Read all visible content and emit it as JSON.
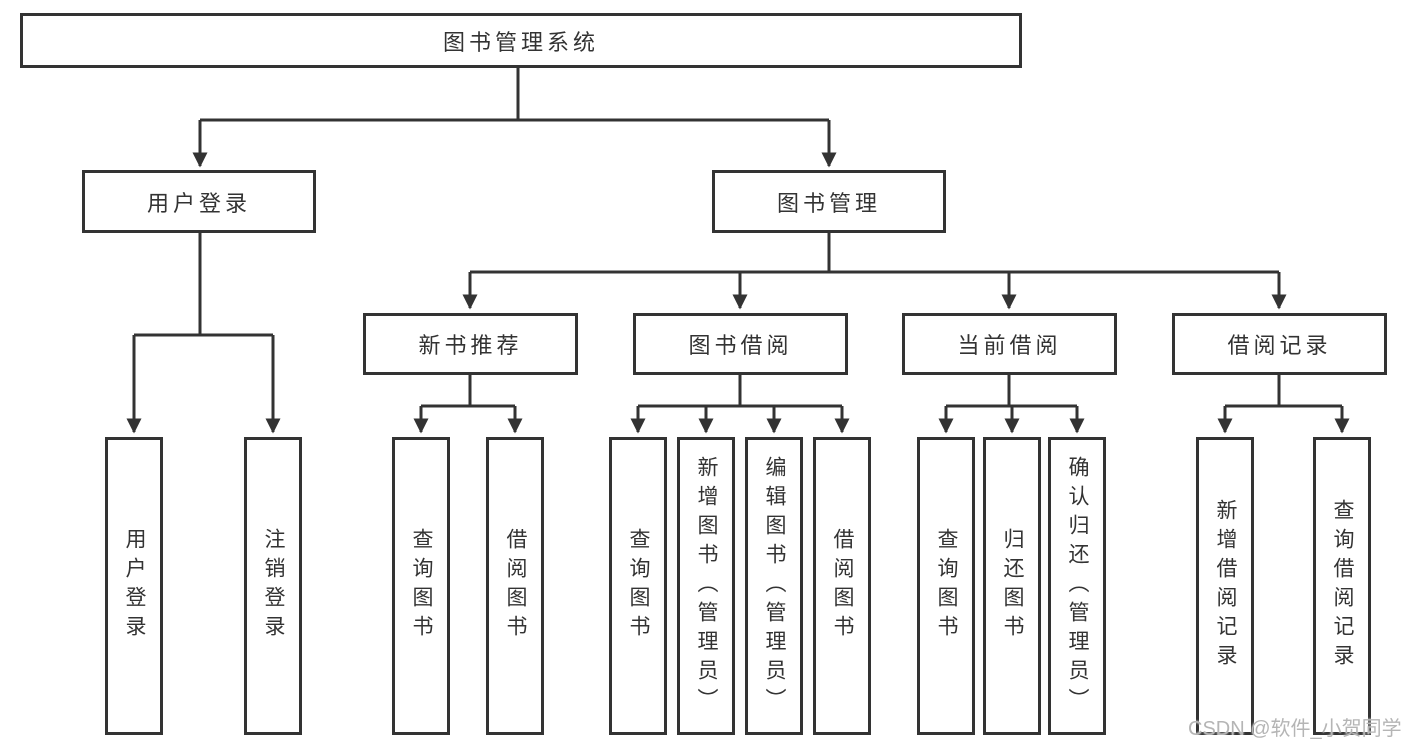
{
  "diagram": {
    "title": "图书管理系统",
    "root": {
      "label": "图书管理系统"
    },
    "level2": [
      {
        "label": "用户登录"
      },
      {
        "label": "图书管理"
      }
    ],
    "level3": [
      {
        "label": "新书推荐"
      },
      {
        "label": "图书借阅"
      },
      {
        "label": "当前借阅"
      },
      {
        "label": "借阅记录"
      }
    ],
    "leaves": [
      {
        "parent": "用户登录",
        "label": "用户登录"
      },
      {
        "parent": "用户登录",
        "label": "注销登录"
      },
      {
        "parent": "新书推荐",
        "label": "查询图书"
      },
      {
        "parent": "新书推荐",
        "label": "借阅图书"
      },
      {
        "parent": "图书借阅",
        "label": "查询图书"
      },
      {
        "parent": "图书借阅",
        "label": "新增图书（管理员）"
      },
      {
        "parent": "图书借阅",
        "label": "编辑图书（管理员）"
      },
      {
        "parent": "图书借阅",
        "label": "借阅图书"
      },
      {
        "parent": "当前借阅",
        "label": "查询图书"
      },
      {
        "parent": "当前借阅",
        "label": "归还图书"
      },
      {
        "parent": "当前借阅",
        "label": "确认归还（管理员）"
      },
      {
        "parent": "借阅记录",
        "label": "新增借阅记录"
      },
      {
        "parent": "借阅记录",
        "label": "查询借阅记录"
      }
    ]
  },
  "watermark": {
    "text": "CSDN @软件_小贺同学"
  },
  "colors": {
    "line": "#333333",
    "text": "#333333",
    "background": "#ffffff",
    "watermark": "#b5b5b5"
  }
}
